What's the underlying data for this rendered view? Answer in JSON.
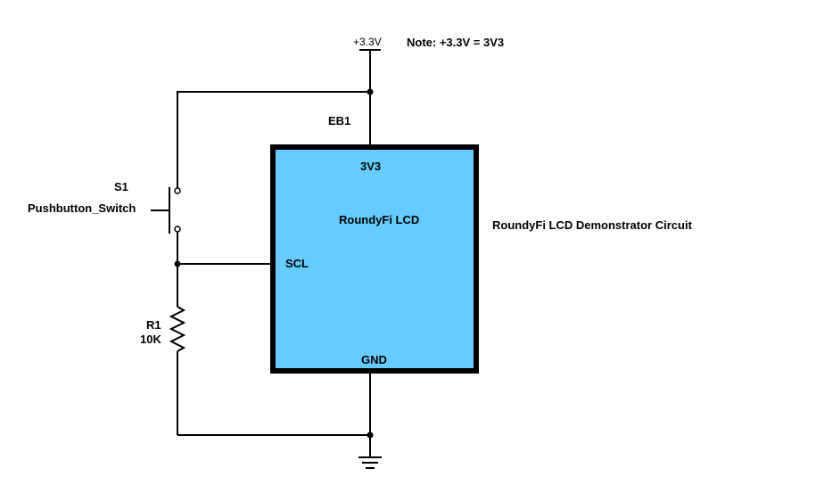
{
  "power": {
    "supply_label": "+3.3V",
    "note": "Note: +3.3V = 3V3"
  },
  "connector": {
    "ref": "EB1"
  },
  "lcd": {
    "name": "RoundyFi LCD",
    "pin_3v3": "3V3",
    "pin_scl": "SCL",
    "pin_gnd": "GND",
    "fill_color": "#66CCFF",
    "border_color": "#000000"
  },
  "switch": {
    "ref": "S1",
    "value": "Pushbutton_Switch"
  },
  "resistor": {
    "ref": "R1",
    "value": "10K"
  },
  "circuit_title": "RoundyFi LCD Demonstrator Circuit"
}
